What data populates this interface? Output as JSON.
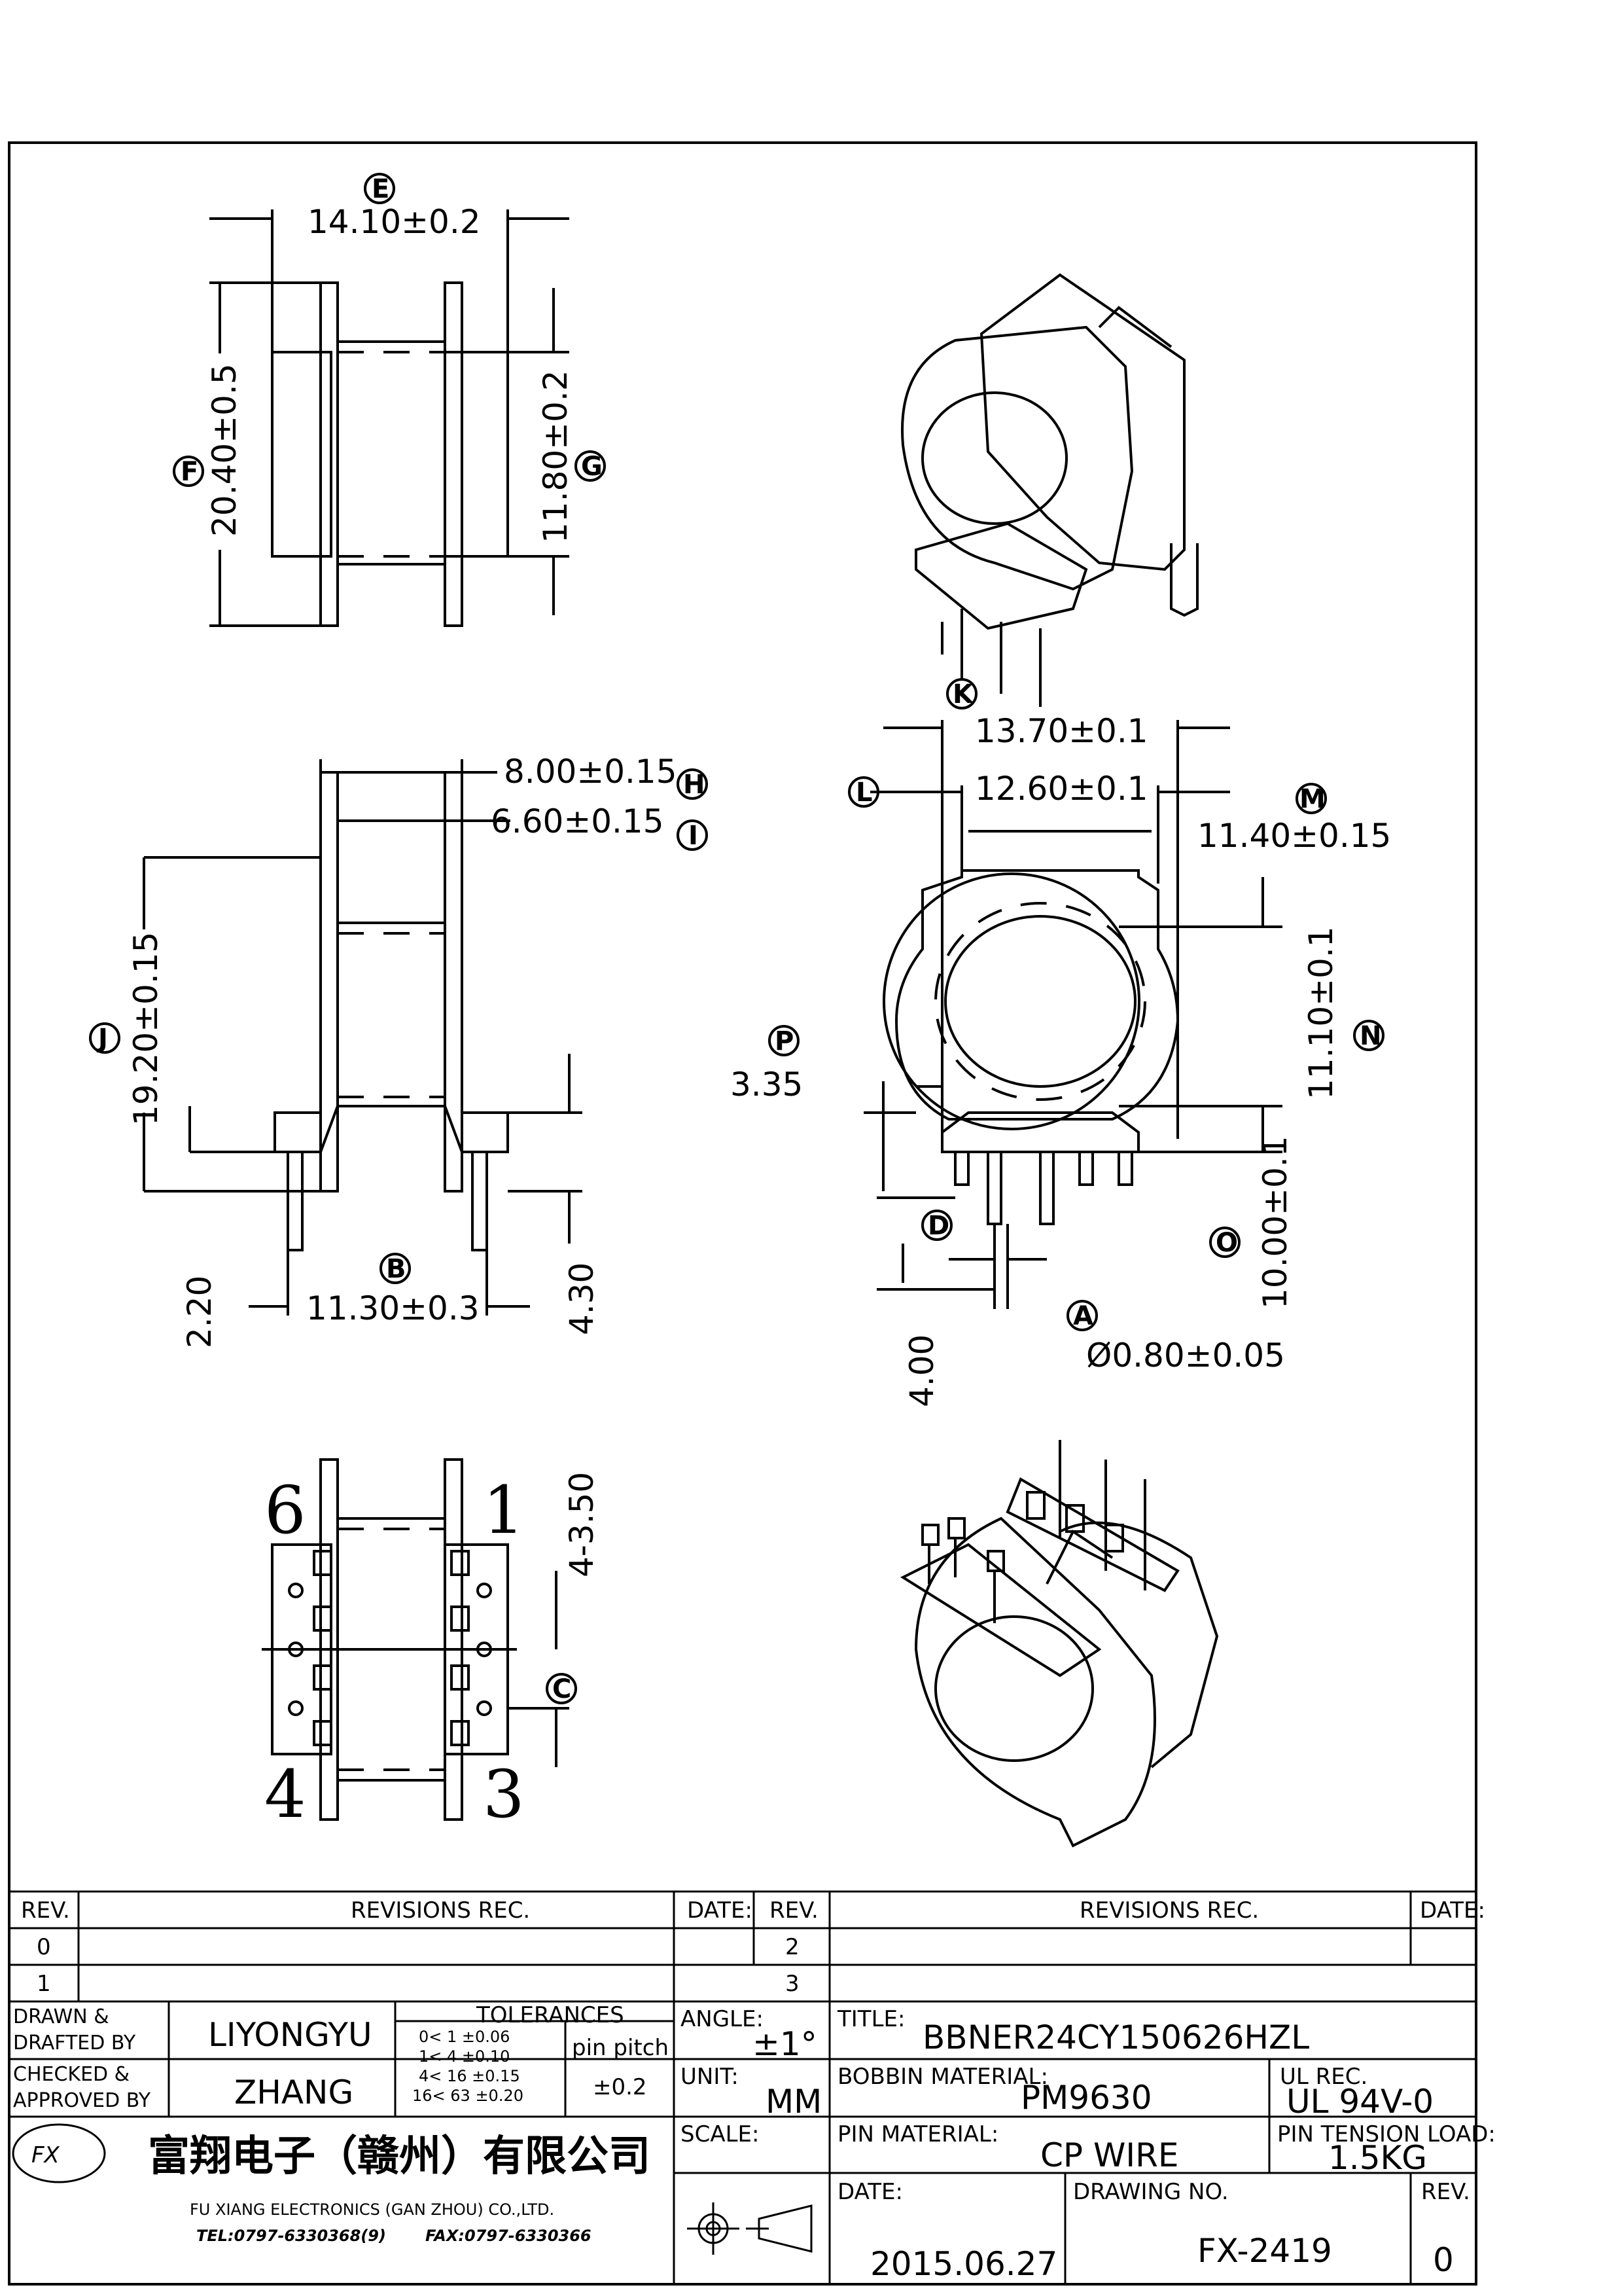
{
  "dimensions": {
    "E": "14.10±0.2",
    "F": "20.40±0.5",
    "G": "11.80±0.2",
    "H": "8.00±0.15",
    "I": "6.60±0.15",
    "J": "19.20±0.15",
    "B": "11.30±0.3",
    "pin_left": "2.20",
    "pin_right": "4.30",
    "K": "13.70±0.1",
    "L": "12.60±0.1",
    "M": "11.40±0.15",
    "N": "11.10±0.1",
    "P": "3.35",
    "O": "10.00±0.1",
    "D": "4.00",
    "A": "Ø0.80±0.05",
    "C": "4-3.50"
  },
  "letters": [
    "E",
    "F",
    "G",
    "H",
    "I",
    "J",
    "B",
    "K",
    "L",
    "M",
    "N",
    "P",
    "O",
    "D",
    "A",
    "C"
  ],
  "pins": {
    "tl": "6",
    "tr": "1",
    "bl": "4",
    "br": "3"
  },
  "table": {
    "rev_header": "REV.",
    "revisions_header": "REVISIONS REC.",
    "date_header": "DATE:",
    "rev_rows_left": [
      "0",
      "1"
    ],
    "rev_rows_right": [
      "2",
      "3"
    ],
    "drawn_label": "DRAWN & DRAFTED BY",
    "drawn_by": "LIYONGYU",
    "checked_label": "CHECKED & APPROVED BY",
    "checked_by": "ZHANG",
    "tolerances_title": "TOLERANCES",
    "tolerances": [
      "0< 1 ±0.06",
      "1< 4 ±0.10",
      "4< 16 ±0.15",
      "16< 63 ±0.20"
    ],
    "pin_pitch_label": "pin pitch",
    "pin_pitch": "±0.2",
    "angle_label": "ANGLE:",
    "angle": "±1°",
    "unit_label": "UNIT:",
    "unit": "MM",
    "scale_label": "SCALE:",
    "title_label": "TITLE:",
    "title": "BBNER24CY150626HZL",
    "bobbin_label": "BOBBIN MATERIAL:",
    "bobbin": "PM9630",
    "ul_label": "UL REC.",
    "ul": "UL 94V-0",
    "pin_material_label": "PIN MATERIAL:",
    "pin_material": "CP WIRE",
    "pin_tension_label": "PIN TENSION LOAD:",
    "pin_tension": "1.5KG",
    "date_label": "DATE:",
    "date": "2015.06.27",
    "drawing_no_label": "DRAWING NO.",
    "drawing_no": "FX-2419",
    "rev_label": "REV.",
    "rev": "0",
    "company_cn": "富翔电子（赣州）有限公司",
    "company_en": "FU XIANG ELECTRONICS (GAN ZHOU) CO.,LTD.",
    "tel": "TEL:0797-6330368(9)",
    "fax": "FAX:0797-6330366"
  }
}
